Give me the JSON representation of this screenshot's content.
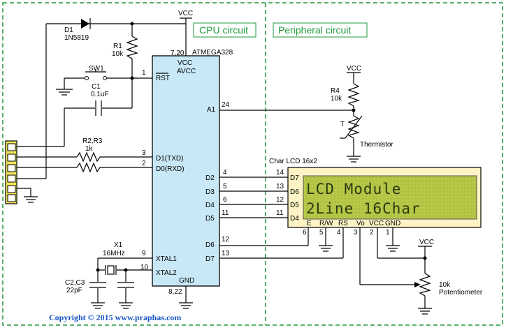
{
  "sections": {
    "cpu": "CPU circuit",
    "peripheral": "Peripheral circuit"
  },
  "mcu": {
    "name": "ATMEGA328",
    "vcc_pins": "7,20",
    "gnd_pins": "8,22",
    "pins_left": [
      {
        "num": "1",
        "name": "RST"
      },
      {
        "num": "3",
        "name": "D1(TXD)"
      },
      {
        "num": "2",
        "name": "D0(RXD)"
      },
      {
        "num": "9",
        "name": "XTAL1"
      },
      {
        "num": "10",
        "name": "XTAL2"
      }
    ],
    "pins_right": [
      {
        "num": "24",
        "name": "A1"
      },
      {
        "num": "4",
        "name": "D2"
      },
      {
        "num": "5",
        "name": "D3"
      },
      {
        "num": "6",
        "name": "D4"
      },
      {
        "num": "11",
        "name": "D5"
      },
      {
        "num": "12",
        "name": "D6"
      },
      {
        "num": "13",
        "name": "D7"
      }
    ],
    "vcc_label": "VCC",
    "avcc_label": "AVCC",
    "gnd_label": "GND"
  },
  "components": {
    "d1": {
      "ref": "D1",
      "value": "1N5819"
    },
    "r1": {
      "ref": "R1",
      "value": "10k"
    },
    "sw1": {
      "ref": "SW1"
    },
    "c1": {
      "ref": "C1",
      "value": "0.1uF"
    },
    "r2r3": {
      "ref": "R2,R3",
      "value": "1k"
    },
    "x1": {
      "ref": "X1",
      "value": "16MHz"
    },
    "c2c3": {
      "ref": "C2,C3",
      "value": "22pF"
    },
    "r4": {
      "ref": "R4",
      "value": "10k"
    },
    "thermistor": {
      "label": "Thermistor",
      "symbol": "T"
    },
    "pot": {
      "value": "10k",
      "label": "Potentiometer"
    }
  },
  "vcc": "VCC",
  "lcd": {
    "title": "Char LCD 16x2",
    "line1": "LCD Module",
    "line2": "2Line 16Char",
    "data_pins": [
      {
        "name": "D7",
        "num": "14"
      },
      {
        "name": "D6",
        "num": "13"
      },
      {
        "name": "D5",
        "num": "12"
      },
      {
        "name": "D4",
        "num": "11"
      }
    ],
    "bottom_pins": [
      {
        "name": "E",
        "num": "6"
      },
      {
        "name": "R/W",
        "num": "5"
      },
      {
        "name": "RS",
        "num": "4"
      },
      {
        "name": "Vo",
        "num": "3"
      },
      {
        "name": "VCC",
        "num": "2"
      },
      {
        "name": "GND",
        "num": "1"
      }
    ]
  },
  "copyright": "Copyright © 2015 www.praphas.com",
  "colors": {
    "border": "#1f9a3c",
    "mcu_fill": "#c9e8f7",
    "lcd_body": "#fdf3c4",
    "lcd_screen": "#b8c94a",
    "header_fill": "#f2e55a"
  }
}
